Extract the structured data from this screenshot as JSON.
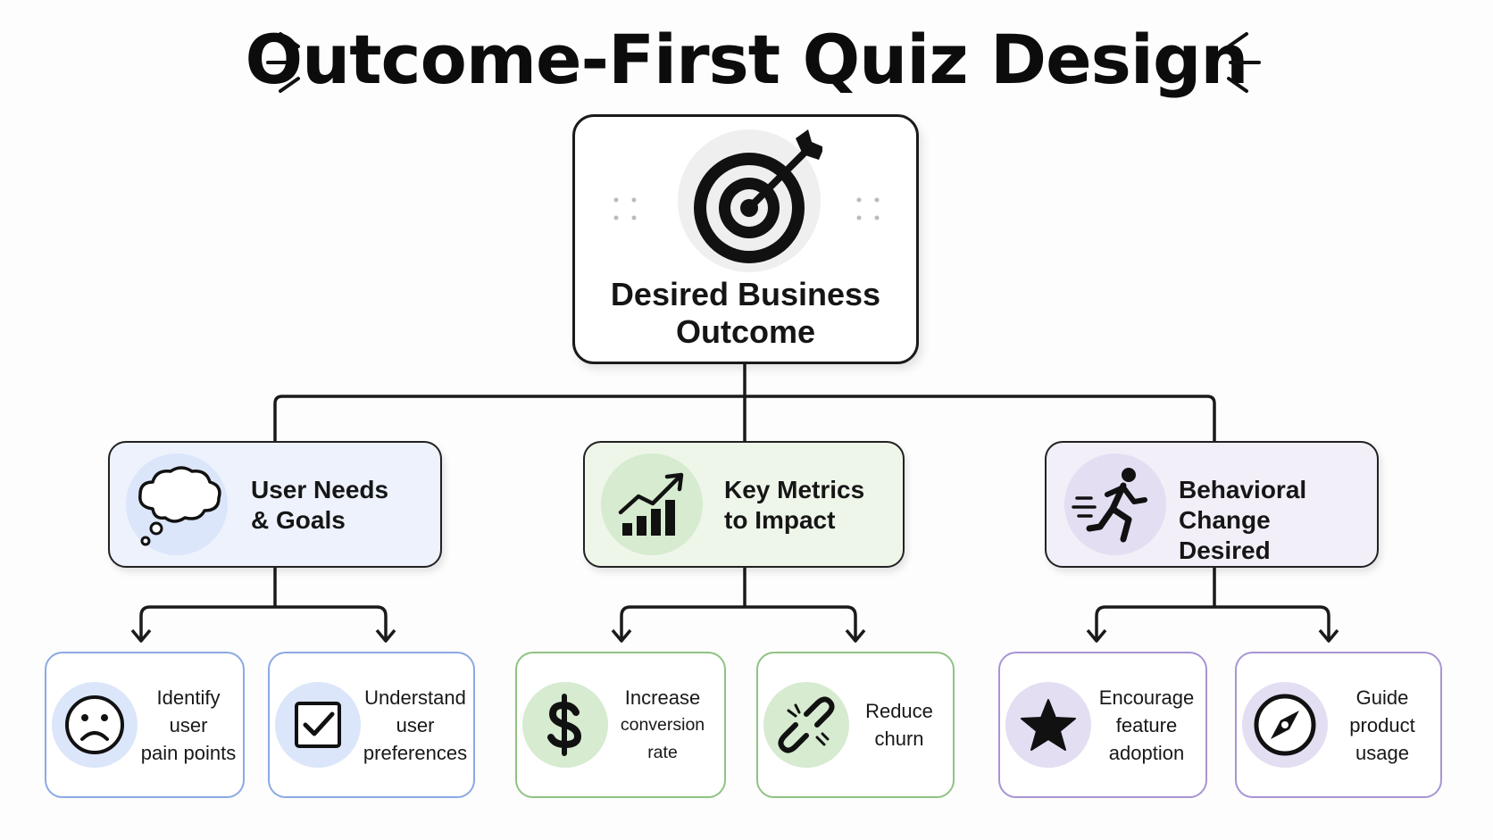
{
  "title": "Outcome-First Quiz Design",
  "root": {
    "label_line1": "Desired Business",
    "label_line2": "Outcome",
    "icon": "target-arrow-icon"
  },
  "branches": [
    {
      "line1": "User Needs",
      "line2": "& Goals",
      "icon": "thought-bubble-icon",
      "color": "#edf2fd"
    },
    {
      "line1": "Key Metrics",
      "line2": "to Impact",
      "icon": "growth-chart-icon",
      "color": "#eef6ea"
    },
    {
      "line1": "Behavioral Change",
      "line2": "Desired",
      "icon": "running-person-icon",
      "color": "#f2eff9"
    }
  ],
  "leaves": [
    {
      "lines": [
        "Identify user",
        "pain points"
      ],
      "icon": "sad-face-icon"
    },
    {
      "lines": [
        "Understand",
        "user",
        "preferences"
      ],
      "icon": "checkbox-icon"
    },
    {
      "lines": [
        "Increase",
        "conversion rate"
      ],
      "icon": "dollar-icon"
    },
    {
      "lines": [
        "Reduce",
        "churn"
      ],
      "icon": "broken-link-icon"
    },
    {
      "lines": [
        "Encourage",
        "feature",
        "adoption"
      ],
      "icon": "star-icon"
    },
    {
      "lines": [
        "Guide",
        "product",
        "usage"
      ],
      "icon": "compass-icon"
    }
  ],
  "colors": {
    "blue": "#8ba9e4",
    "green": "#8fc384",
    "purple": "#a894d4",
    "line": "#1a1a1a"
  }
}
